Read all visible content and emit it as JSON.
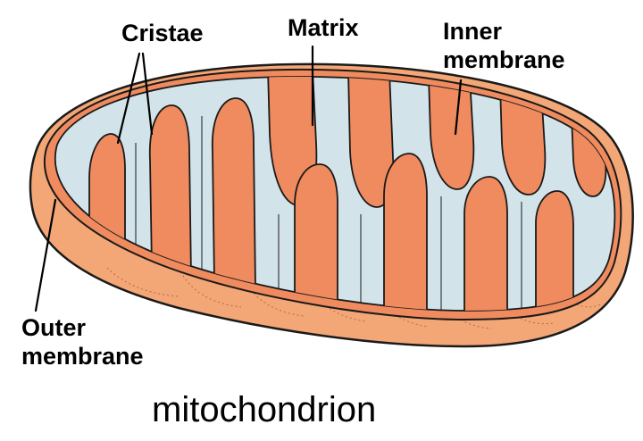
{
  "labels": {
    "cristae": "Cristae",
    "matrix": "Matrix",
    "inner_line1": "Inner",
    "inner_line2": "membrane",
    "outer_line1": "Outer",
    "outer_line2": "membrane"
  },
  "caption": "mitochondrion",
  "colors": {
    "outer_membrane": "#f29f6e",
    "outer_membrane_dark": "#e27e4c",
    "intermembrane_space": "#f08a5d",
    "matrix": "#cfe0e8",
    "outline": "#1a1a1a"
  }
}
